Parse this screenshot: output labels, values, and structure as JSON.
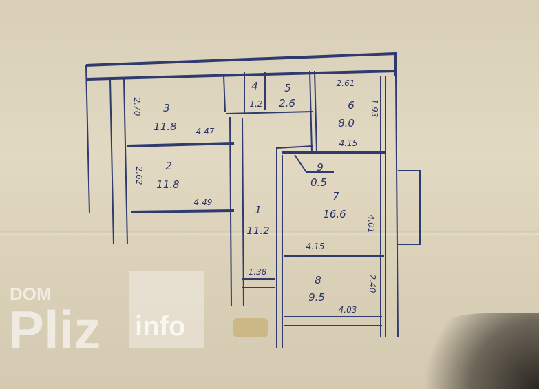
{
  "plan": {
    "rooms": [
      {
        "number": "1",
        "area": "11.2"
      },
      {
        "number": "2",
        "area": "11.8"
      },
      {
        "number": "3",
        "area": "11.8"
      },
      {
        "number": "4",
        "area": "1.2"
      },
      {
        "number": "5",
        "area": "2.6"
      },
      {
        "number": "6",
        "area": "8.0"
      },
      {
        "number": "7",
        "area": "16.6"
      },
      {
        "number": "8",
        "area": "9.5"
      },
      {
        "number": "9",
        "area": "0.5"
      }
    ],
    "dimensions": [
      "2.70",
      "4.47",
      "2.62",
      "4.49",
      "2.61",
      "1.93",
      "4.15",
      "4.15",
      "4.01",
      "1.38",
      "2.40",
      "4.03"
    ]
  },
  "watermark": {
    "line1": "DOM",
    "line2": "Pliz",
    "line3": "info"
  },
  "colors": {
    "ink": "#2f3a6e",
    "paper": "#ddd3bd"
  }
}
